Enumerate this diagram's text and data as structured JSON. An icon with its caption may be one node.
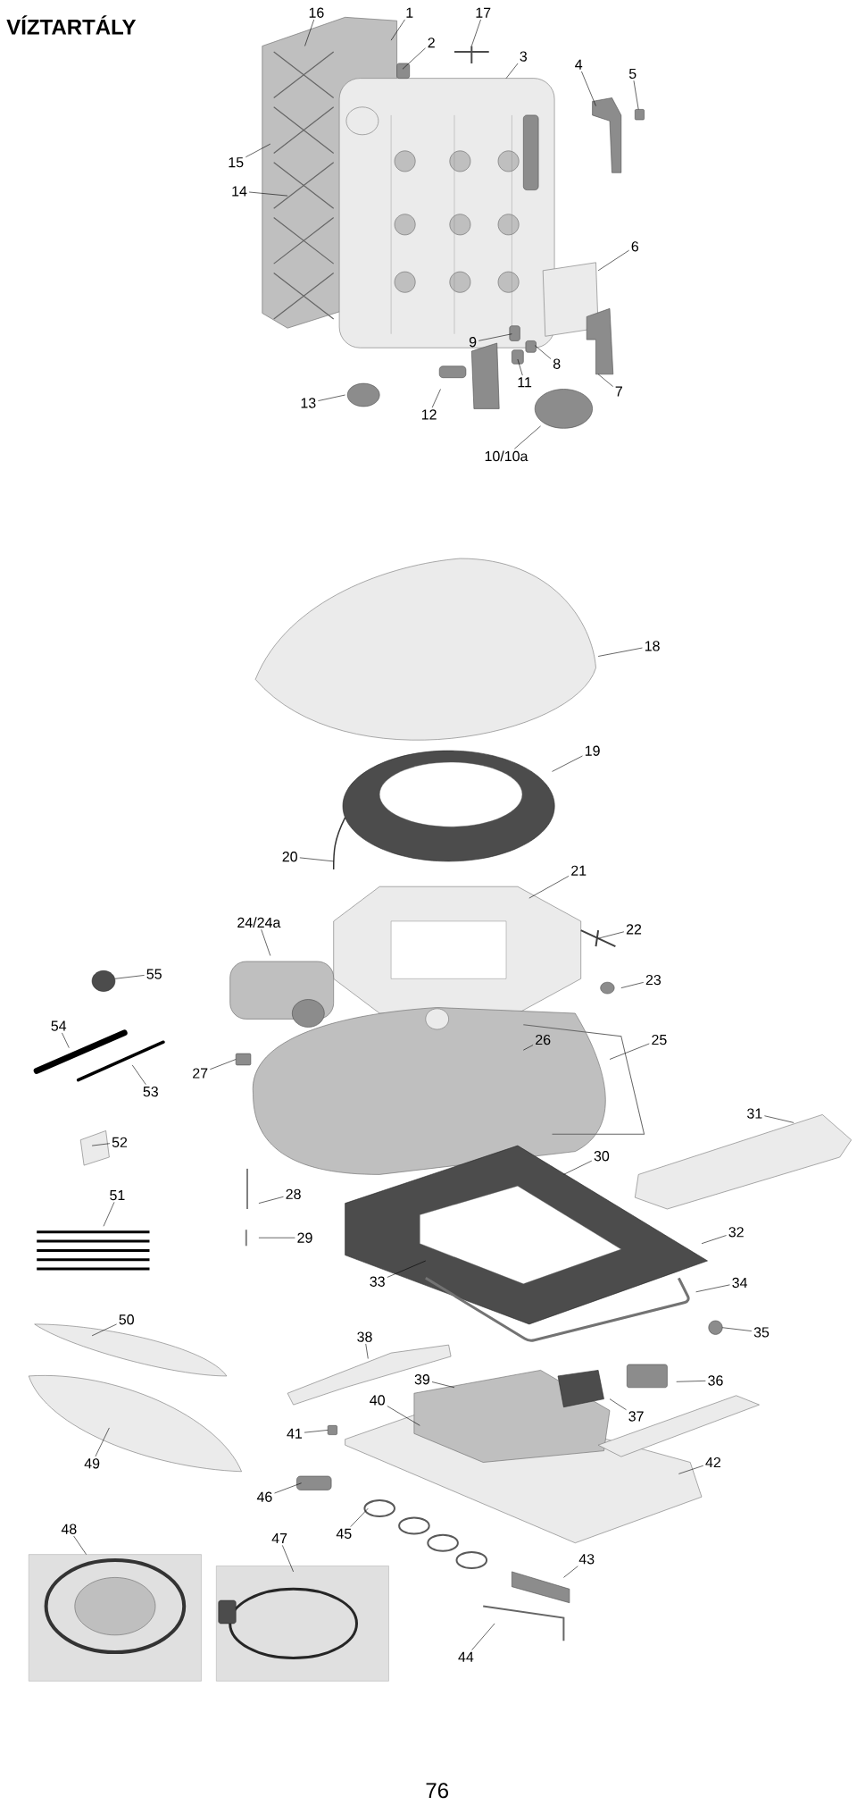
{
  "diagram": {
    "title": "VÍZTARTÁLY",
    "nodes": [
      {
        "text": [
          "16"
        ]
      },
      {
        "text": [
          "1"
        ]
      },
      {
        "text": [
          "2"
        ]
      },
      {
        "text": [
          "17"
        ]
      },
      {
        "text": [
          "3"
        ]
      },
      {
        "text": [
          "4"
        ]
      },
      {
        "text": [
          "5"
        ]
      },
      {
        "text": [
          "6"
        ]
      },
      {
        "text": [
          "15"
        ]
      },
      {
        "text": [
          "14"
        ]
      },
      {
        "text": [
          "9"
        ]
      },
      {
        "text": [
          "8"
        ]
      },
      {
        "text": [
          "11"
        ]
      },
      {
        "text": [
          "7"
        ]
      },
      {
        "text": [
          "13"
        ]
      },
      {
        "text": [
          "12"
        ]
      },
      {
        "text": [
          "10/10a"
        ]
      },
      {
        "text": [
          "18"
        ]
      },
      {
        "text": [
          "19"
        ]
      },
      {
        "text": [
          "20"
        ]
      },
      {
        "text": [
          "21"
        ]
      },
      {
        "text": [
          "24/24a"
        ]
      },
      {
        "text": [
          "22"
        ]
      },
      {
        "text": [
          "55"
        ]
      },
      {
        "text": [
          "23"
        ]
      },
      {
        "text": [
          "54"
        ]
      },
      {
        "text": [
          "26"
        ]
      },
      {
        "text": [
          "25"
        ]
      },
      {
        "text": [
          "27"
        ]
      },
      {
        "text": [
          "53"
        ]
      },
      {
        "text": [
          "31"
        ]
      },
      {
        "text": [
          "52"
        ]
      },
      {
        "text": [
          "30"
        ]
      },
      {
        "text": [
          "28"
        ]
      },
      {
        "text": [
          "51"
        ]
      },
      {
        "text": [
          "32"
        ]
      },
      {
        "text": [
          "29"
        ]
      },
      {
        "text": [
          "33"
        ]
      },
      {
        "text": [
          "34"
        ]
      },
      {
        "text": [
          "50"
        ]
      },
      {
        "text": [
          "35"
        ]
      },
      {
        "text": [
          "38"
        ]
      },
      {
        "text": [
          "36"
        ]
      },
      {
        "text": [
          "39"
        ]
      },
      {
        "text": [
          "37"
        ]
      },
      {
        "text": [
          "40"
        ]
      },
      {
        "text": [
          "41"
        ]
      },
      {
        "text": [
          "49"
        ]
      },
      {
        "text": [
          "42"
        ]
      },
      {
        "text": [
          "46"
        ]
      },
      {
        "text": [
          "48"
        ]
      },
      {
        "text": [
          "47"
        ]
      },
      {
        "text": [
          "45"
        ]
      },
      {
        "text": [
          "43"
        ]
      },
      {
        "text": [
          "44"
        ]
      }
    ],
    "edges": [
      {
        "from": 0,
        "to": null,
        "arrow": "none"
      },
      {
        "from": 1,
        "to": null,
        "arrow": "none"
      },
      {
        "from": 2,
        "to": null,
        "arrow": "none"
      },
      {
        "from": 3,
        "to": null,
        "arrow": "none"
      },
      {
        "from": 4,
        "to": null,
        "arrow": "none"
      },
      {
        "from": 5,
        "to": null,
        "arrow": "none"
      },
      {
        "from": 6,
        "to": null,
        "arrow": "none"
      },
      {
        "from": 7,
        "to": null,
        "arrow": "none"
      },
      {
        "from": 8,
        "to": null,
        "arrow": "none"
      },
      {
        "from": 9,
        "to": null,
        "arrow": "none"
      },
      {
        "from": 10,
        "to": null,
        "arrow": "none"
      },
      {
        "from": 11,
        "to": null,
        "arrow": "none"
      },
      {
        "from": 12,
        "to": null,
        "arrow": "none"
      },
      {
        "from": 13,
        "to": null,
        "arrow": "none"
      },
      {
        "from": 14,
        "to": null,
        "arrow": "none"
      },
      {
        "from": 15,
        "to": null,
        "arrow": "none"
      },
      {
        "from": 16,
        "to": null,
        "arrow": "none"
      },
      {
        "from": 17,
        "to": null,
        "arrow": "none"
      },
      {
        "from": 18,
        "to": null,
        "arrow": "none"
      },
      {
        "from": 19,
        "to": null,
        "arrow": "none"
      },
      {
        "from": 20,
        "to": null,
        "arrow": "none"
      },
      {
        "from": 21,
        "to": null,
        "arrow": "none"
      },
      {
        "from": 22,
        "to": null,
        "arrow": "none"
      },
      {
        "from": 23,
        "to": null,
        "arrow": "none"
      },
      {
        "from": 24,
        "to": null,
        "arrow": "none"
      },
      {
        "from": 25,
        "to": null,
        "arrow": "none"
      },
      {
        "from": 26,
        "to": null,
        "arrow": "none"
      },
      {
        "from": 27,
        "to": null,
        "arrow": "none"
      },
      {
        "from": 28,
        "to": null,
        "arrow": "none"
      },
      {
        "from": 29,
        "to": null,
        "arrow": "none"
      },
      {
        "from": 30,
        "to": null,
        "arrow": "none"
      },
      {
        "from": 31,
        "to": null,
        "arrow": "none"
      },
      {
        "from": 32,
        "to": null,
        "arrow": "none"
      },
      {
        "from": 33,
        "to": null,
        "arrow": "none"
      },
      {
        "from": 34,
        "to": null,
        "arrow": "none"
      },
      {
        "from": 35,
        "to": null,
        "arrow": "none"
      },
      {
        "from": 36,
        "to": null,
        "arrow": "none"
      },
      {
        "from": 37,
        "to": null,
        "arrow": "none"
      },
      {
        "from": 38,
        "to": null,
        "arrow": "none"
      },
      {
        "from": 39,
        "to": null,
        "arrow": "none"
      },
      {
        "from": 40,
        "to": null,
        "arrow": "none"
      },
      {
        "from": 41,
        "to": null,
        "arrow": "none"
      },
      {
        "from": 42,
        "to": null,
        "arrow": "none"
      },
      {
        "from": 43,
        "to": null,
        "arrow": "none"
      },
      {
        "from": 44,
        "to": null,
        "arrow": "none"
      },
      {
        "from": 45,
        "to": null,
        "arrow": "none"
      },
      {
        "from": 46,
        "to": null,
        "arrow": "none"
      },
      {
        "from": 47,
        "to": null,
        "arrow": "none"
      },
      {
        "from": 48,
        "to": null,
        "arrow": "none"
      },
      {
        "from": 49,
        "to": null,
        "arrow": "none"
      },
      {
        "from": 50,
        "to": null,
        "arrow": "none"
      },
      {
        "from": 51,
        "to": null,
        "arrow": "none"
      },
      {
        "from": 52,
        "to": null,
        "arrow": "none"
      },
      {
        "from": 53,
        "to": null,
        "arrow": "none"
      },
      {
        "from": 54,
        "to": null,
        "arrow": "none"
      }
    ],
    "labels": [
      "76"
    ]
  }
}
